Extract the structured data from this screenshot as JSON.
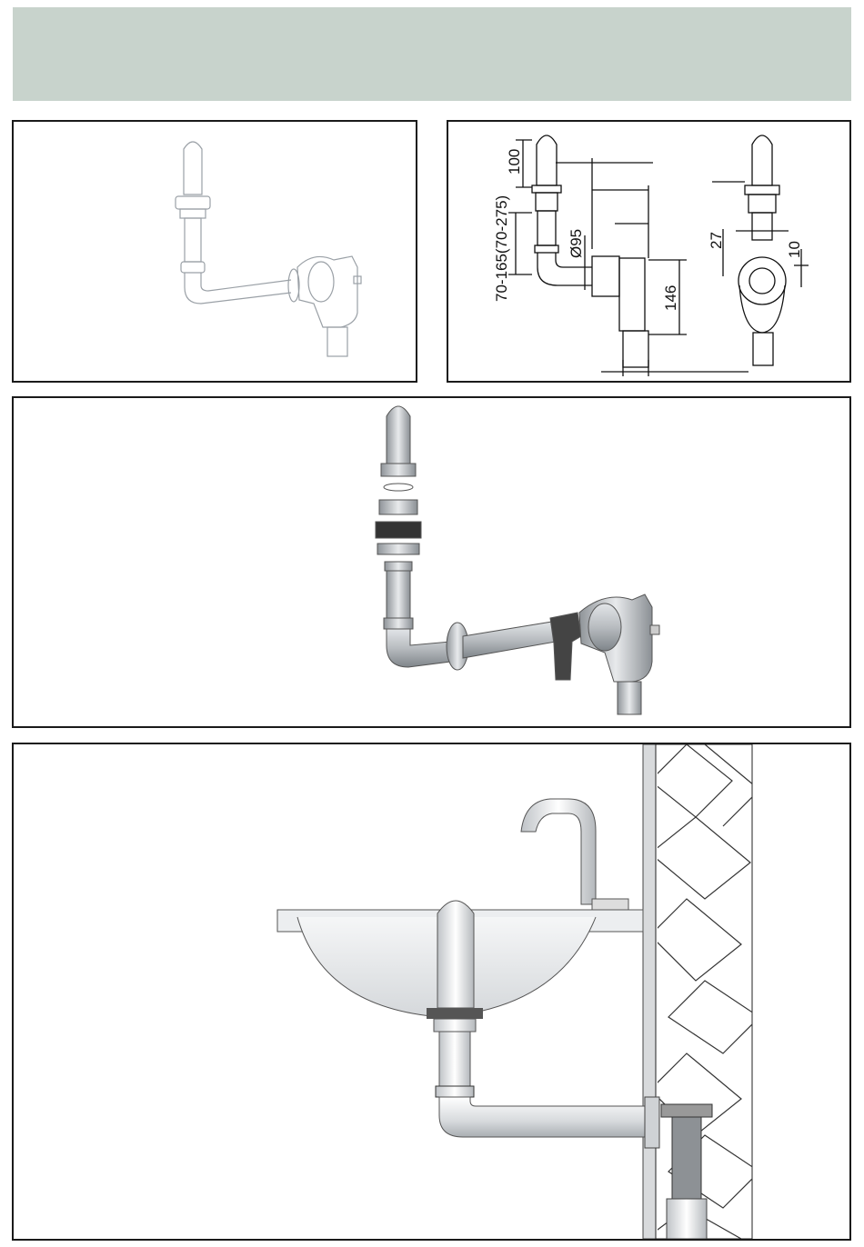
{
  "header": {
    "color": "#c8d3cc"
  },
  "panels": {
    "product_view": {
      "icon": "bottle-trap-outline"
    },
    "dimension_drawing": {
      "icon": "bottle-trap-technical-drawing",
      "labels": {
        "height_top": "100",
        "adjust_range": "70-165(70-275)",
        "diameter": "Ø95",
        "height_outlet": "146",
        "side_27": "27",
        "side_10": "10"
      }
    },
    "exploded_view": {
      "icon": "bottle-trap-exploded"
    },
    "installation_view": {
      "icon": "wash-basin-installation"
    }
  }
}
